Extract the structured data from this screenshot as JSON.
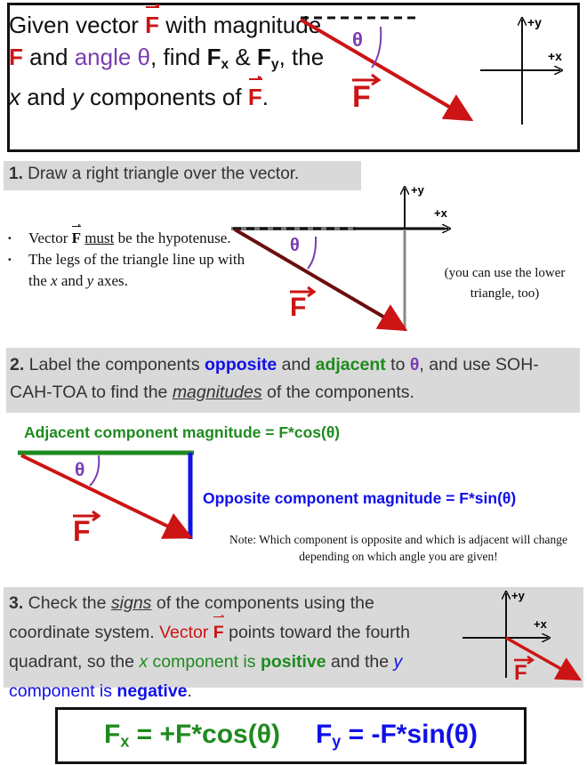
{
  "intro": {
    "t1": "Given vector ",
    "F": "F",
    "t2": " with magnitude ",
    "t3": " and ",
    "angle": "angle θ",
    "t4": ", find ",
    "Fx": "F",
    "x": "x",
    "amp": " & ",
    "Fy": "F",
    "y": "y",
    "t5": ", the ",
    "xi": "x",
    "t6": " and ",
    "yi": "y",
    "t7": " components of ",
    "end": "."
  },
  "axes": {
    "plus_y": "+y",
    "plus_x": "+x"
  },
  "theta": "θ",
  "vector_label": "F",
  "step1": {
    "num": "1.",
    "text": " Draw a right triangle over the vector.",
    "b1a": "Vector ",
    "b1F": "F",
    "b1must": "must",
    "b1b": " be the hypotenuse.",
    "b2a": "The legs of the triangle line up with the ",
    "b2x": "x",
    "b2b": " and ",
    "b2y": "y",
    "b2c": " axes.",
    "lower": "(you can use the lower triangle, too)"
  },
  "step2": {
    "num": "2.",
    "a": " Label the components ",
    "opposite": "opposite",
    "b": " and ",
    "adjacent": "adjacent",
    "c": " to ",
    "theta": "θ",
    "d": ", and use SOH-CAH-TOA to find the ",
    "magnitudes": "magnitudes",
    "e": " of the components.",
    "adj_label": "Adjacent component magnitude = F*cos(θ)",
    "opp_label": "Opposite component magnitude = F*sin(θ)",
    "note": "Note: Which component is opposite and which is adjacent will change depending on which angle you are given!"
  },
  "step3": {
    "num": "3.",
    "a": " Check the ",
    "signs": "signs",
    "b": " of the components using the coordinate system. ",
    "vector": "Vector ",
    "F": "F",
    "c": " points toward the fourth quadrant, so the ",
    "x": "x",
    "xc": " component is ",
    "positive": "positive",
    "d": " and the ",
    "y": "y",
    "yc": " component is ",
    "negative": "negative",
    "e": "."
  },
  "final": {
    "Fx": "F",
    "x": "x",
    "fx_expr": " = +F*cos(θ)",
    "Fy": "F",
    "y": "y",
    "fy_expr": " = -F*sin(θ)"
  },
  "colors": {
    "red": "#cc1414",
    "green": "#1f8a1f",
    "blue": "#1010e8",
    "purple": "#7a3db0",
    "gray": "#d9d9d9"
  }
}
